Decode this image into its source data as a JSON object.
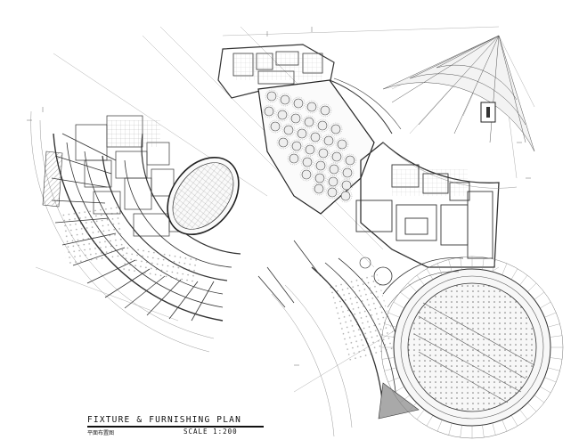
{
  "drawing": {
    "title": "FIXTURE & FURNISHING PLAN",
    "subtitle": "平面布置图",
    "scale": "SCALE 1:200"
  },
  "colors": {
    "line": "#333333",
    "light_line": "#9a9a9a",
    "hatch_fill": "#a9a9a9",
    "paper": "#ffffff"
  }
}
